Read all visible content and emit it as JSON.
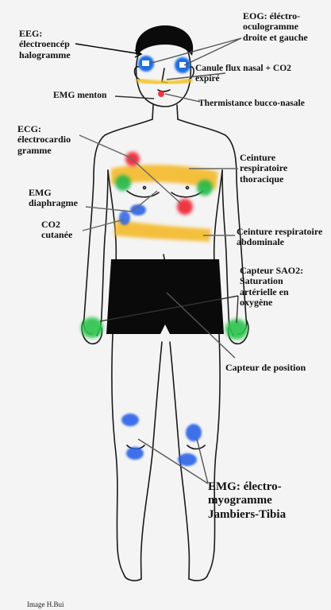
{
  "labels": {
    "eeg": "EEG:\nélectroencép\nhalogramme",
    "eog": "EOG: éléctro-\noculogramme\ndroite et gauche",
    "canule": "Canule flux nasal + CO2\nexpiré",
    "emg_menton": "EMG menton",
    "thermistance": "Thermistance bucco-nasale",
    "ecg": "ECG:\nélectrocardio\ngramme",
    "ceinture_thoracique": "Ceinture\nrespiratoire\nthoracique",
    "emg_diaphragme": "EMG\ndiaphragme",
    "co2_cutanee": "CO2\ncutanée",
    "ceinture_abdominale": "Ceinture respiratoire\nabdominale",
    "sao2": "Capteur SAO2:\nSaturation\nartérielle en\noxygène",
    "position": "Capteur de position",
    "emg_jambiers": "EMG: électro-\nmyogramme\nJambiers-Tibia"
  },
  "credit": "Image H.Bui",
  "colors": {
    "background": "#f4f4f4",
    "outline": "#1a1a1a",
    "eeg_sensor": "#0b0b0b",
    "eog_sensor": "#1e6fe0",
    "airflow_band": "#f2c21e",
    "ecg_red": "#ee2430",
    "ecg_green": "#22b84a",
    "emg_blue": "#2a62e8",
    "belt_yellow": "#f5b61b",
    "shorts": "#0a0a0a",
    "sao2_green": "#29c44c"
  }
}
